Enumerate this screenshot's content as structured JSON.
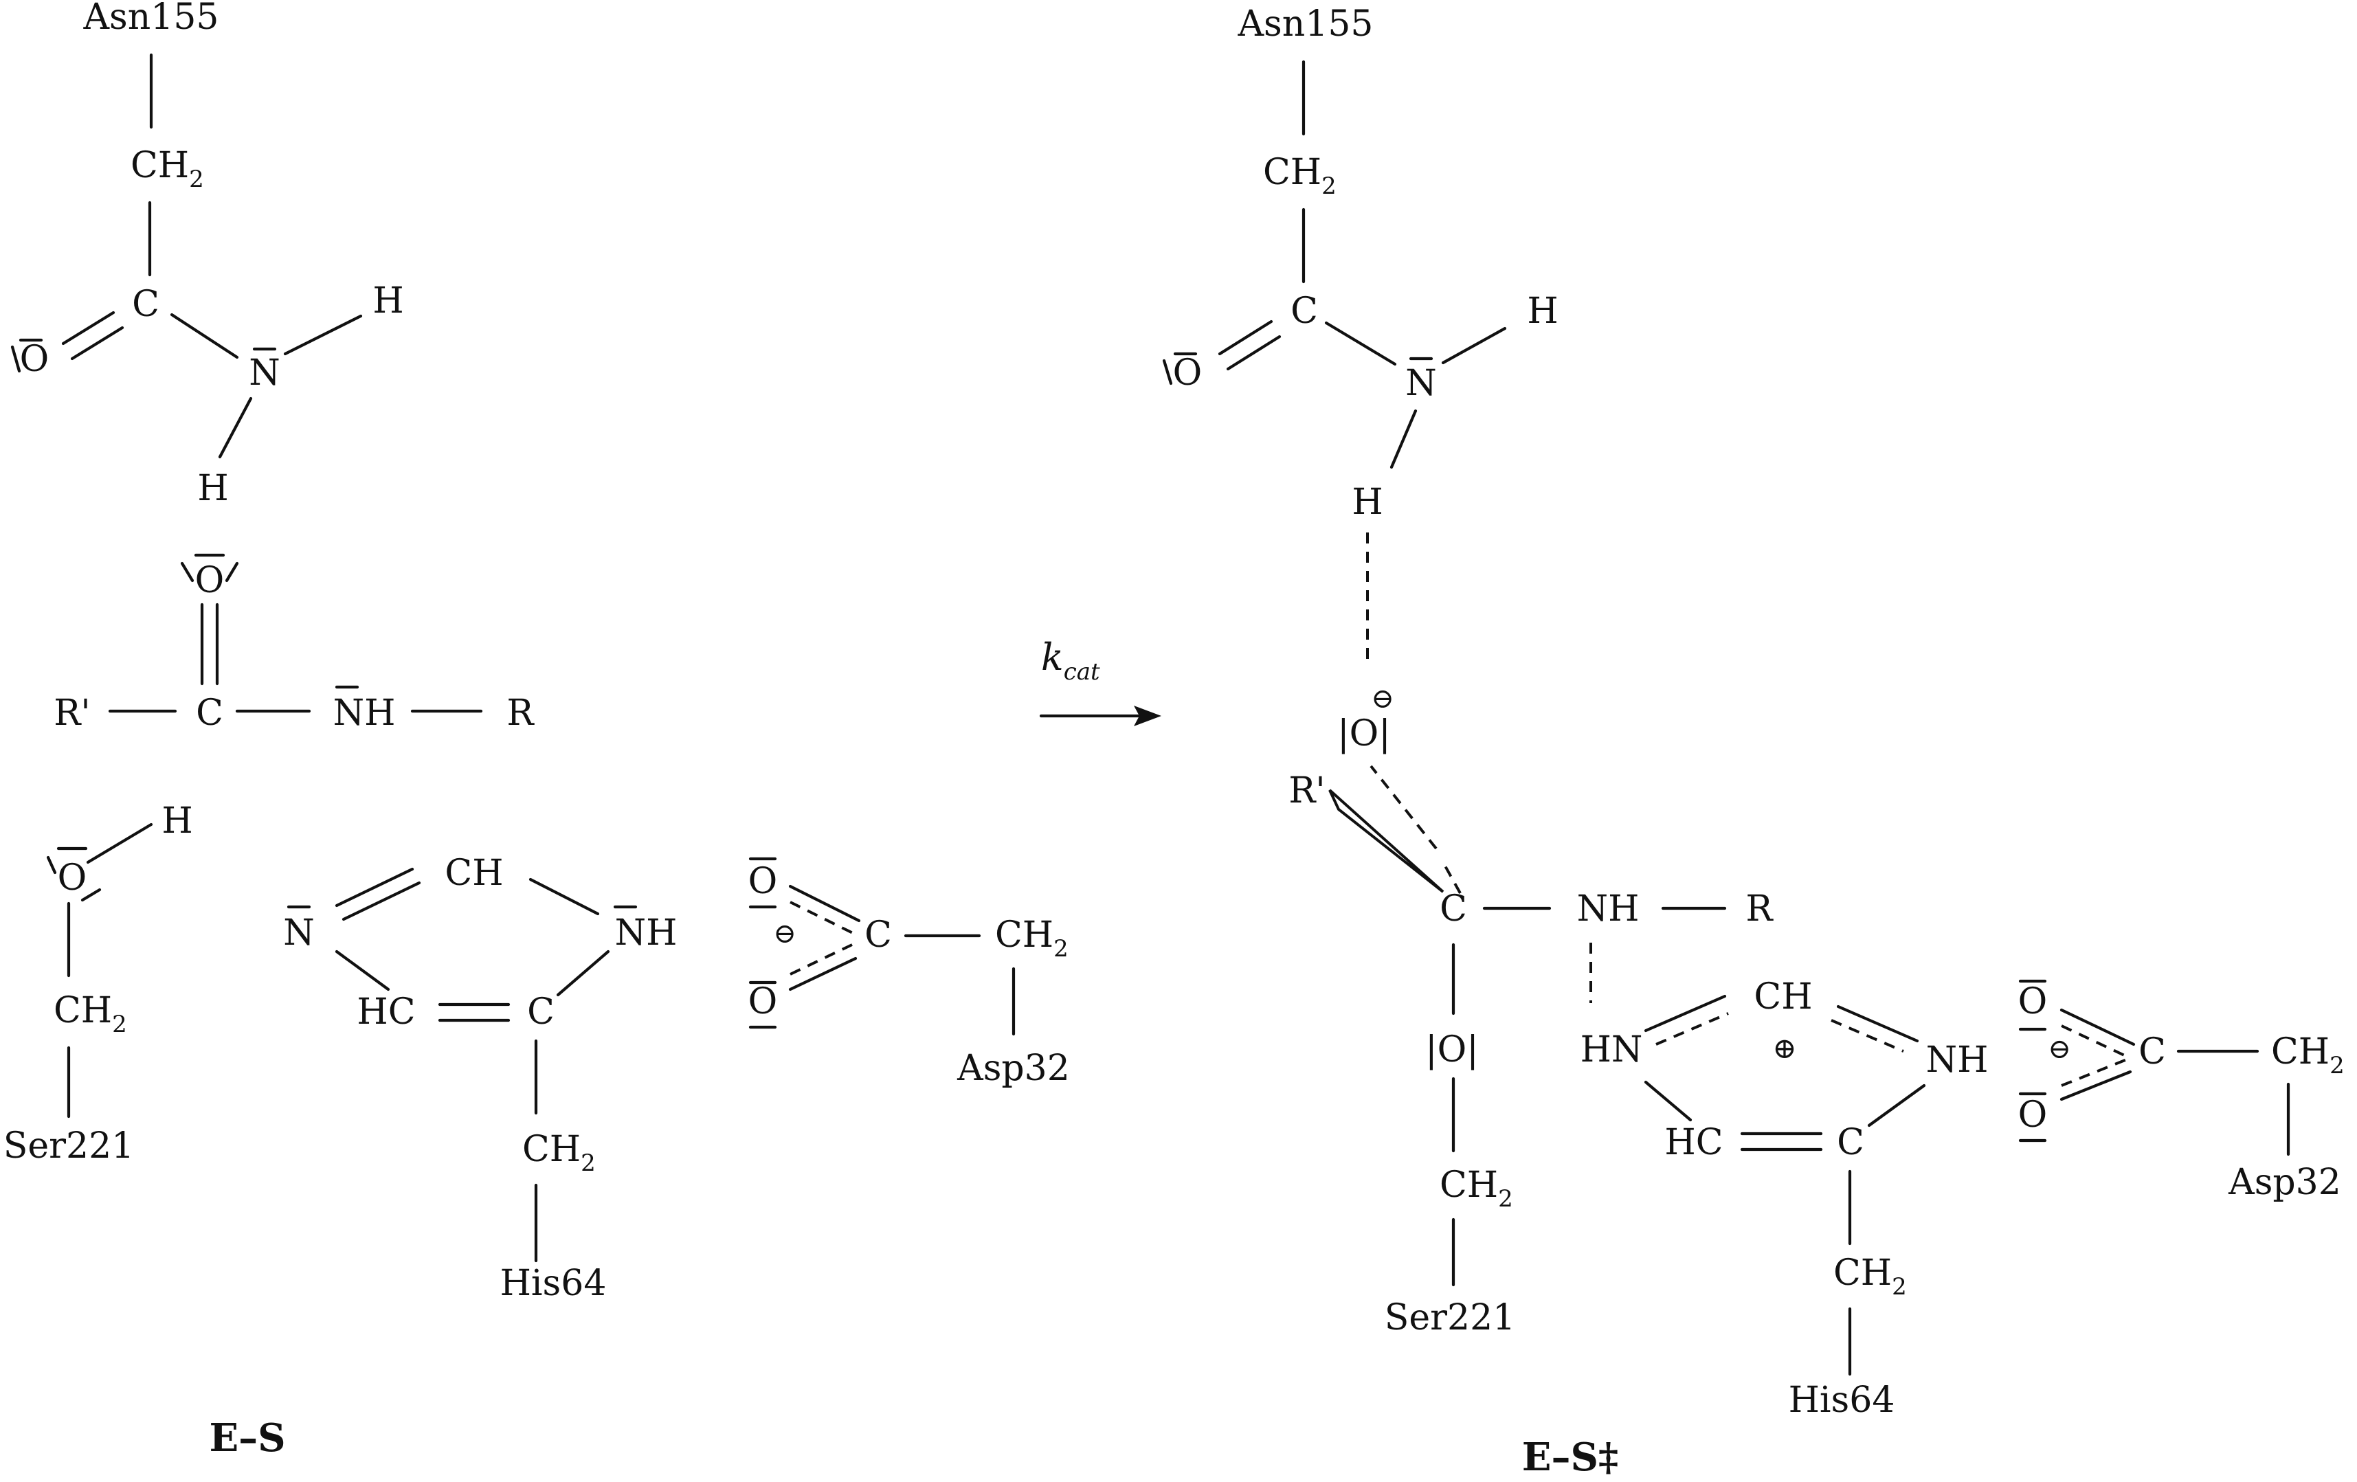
{
  "reaction": {
    "rate_label": "k",
    "rate_sub": "cat"
  },
  "left": {
    "caption": "E–S",
    "asn_label": "Asn155",
    "asn_ch": "CH",
    "asn_ch_sub": "2",
    "asn_c": "C",
    "asn_o": "O",
    "asn_n": "N",
    "asn_h1": "H",
    "asn_h2": "H",
    "sub_o": "O",
    "sub_rp": "R'",
    "sub_c": "C",
    "sub_nh": "NH",
    "sub_r": "R",
    "ser_o": "O",
    "ser_h": "H",
    "ser_ch": "CH",
    "ser_ch_sub": "2",
    "ser_label": "Ser221",
    "his_n": "N",
    "his_ch": "CH",
    "his_nh": "NH",
    "his_hc": "HC",
    "his_c": "C",
    "his_ch2": "CH",
    "his_ch2_sub": "2",
    "his_label": "His64",
    "asp_o1": "O",
    "asp_o2": "O",
    "asp_minus": "⊖",
    "asp_c": "C",
    "asp_ch": "CH",
    "asp_ch_sub": "2",
    "asp_label": "Asp32"
  },
  "right": {
    "caption": "E–S‡",
    "asn_label": "Asn155",
    "asn_ch": "CH",
    "asn_ch_sub": "2",
    "asn_c": "C",
    "asn_o": "O",
    "asn_n": "N",
    "asn_h1": "H",
    "asn_h2": "H",
    "oxy_o": "|O|",
    "oxy_minus": "⊖",
    "rp": "R'",
    "ti_c": "C",
    "ti_nh": "NH",
    "ti_r": "R",
    "ser_o": "|O|",
    "ser_ch": "CH",
    "ser_ch_sub": "2",
    "ser_label": "Ser221",
    "his_hn": "HN",
    "his_ch": "CH",
    "his_plus": "⊕",
    "his_nh": "NH",
    "his_hc": "HC",
    "his_c": "C",
    "his_ch2": "CH",
    "his_ch2_sub": "2",
    "his_label": "His64",
    "asp_o1": "O",
    "asp_o2": "O",
    "asp_minus": "⊖",
    "asp_c": "C",
    "asp_ch": "CH",
    "asp_ch_sub": "2",
    "asp_label": "Asp32"
  }
}
